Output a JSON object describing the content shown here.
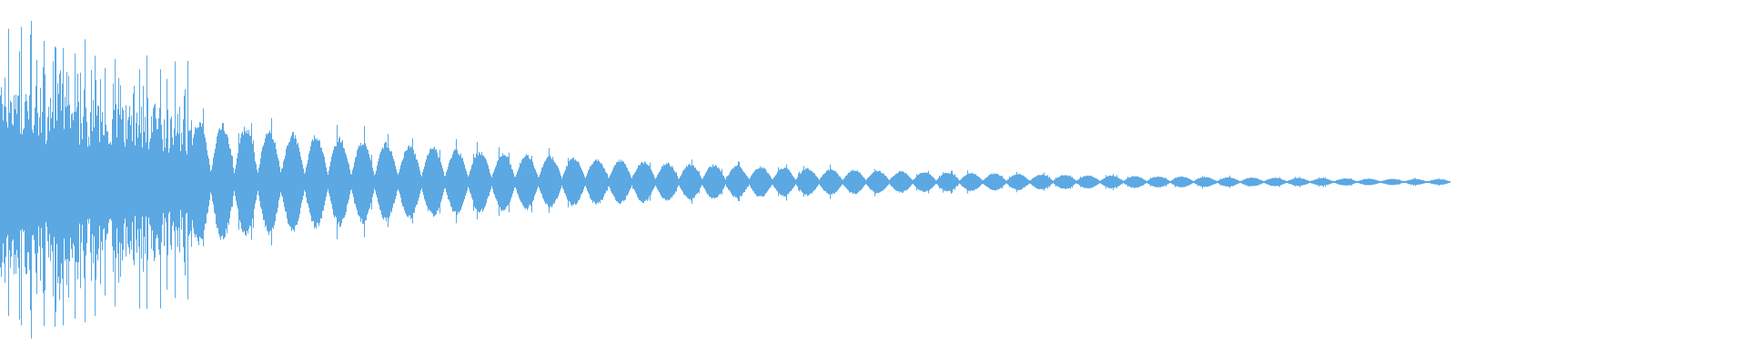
{
  "waveform": {
    "color": "#5ba8e3",
    "background": "#ffffff",
    "shape": "decaying-percussive",
    "peak_amplitude": 0.93,
    "noise_burst_fraction": 0.11,
    "audible_fraction": 0.83,
    "cycles": 62
  }
}
